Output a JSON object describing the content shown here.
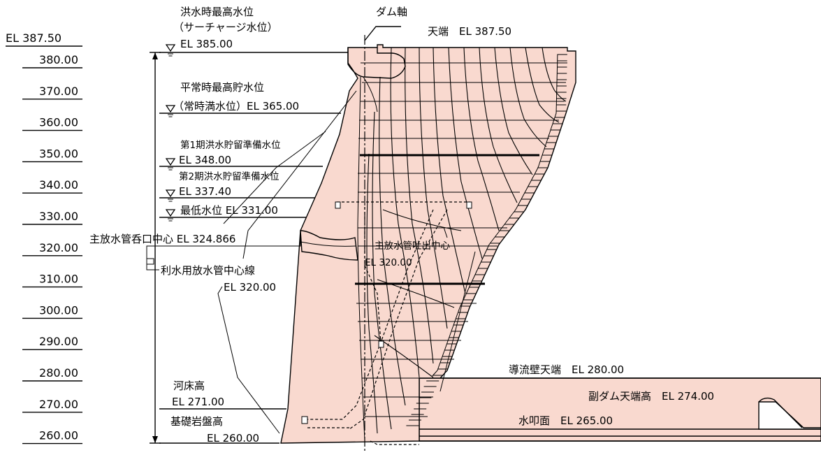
{
  "scale": {
    "top_label": "EL 387.50",
    "ticks": [
      "380.00",
      "370.00",
      "360.00",
      "350.00",
      "340.00",
      "330.00",
      "320.00",
      "310.00",
      "300.00",
      "290.00",
      "280.00",
      "270.00",
      "260.00"
    ]
  },
  "labels": {
    "flood_max_1": "洪水時最高水位",
    "flood_max_2": "（サーチャージ水位）",
    "flood_max_el": "EL 385.00",
    "dam_axis": "ダム軸",
    "crest": "天端　EL 387.50",
    "normal_max_1": "平常時最高貯水位",
    "normal_max_2": "（常時満水位）EL 365.00",
    "flood1_1": "第1期洪水貯留準備水位",
    "flood1_el": "EL 348.00",
    "flood2_1": "第2期洪水貯留準備水位",
    "flood2_el": "EL 337.40",
    "min_level": "最低水位 EL 331.00",
    "main_intake": "主放水管呑口中心 EL 324.866",
    "water_use": "利水用放水管中心線",
    "water_use_el": "EL 320.00",
    "main_outlet_1": "主放水管吐出中心",
    "main_outlet_el": "EL 320.00",
    "riverbed_1": "河床高",
    "riverbed_el": "EL 271.00",
    "bedrock_1": "基礎岩盤高",
    "bedrock_el": "EL 260.00",
    "guide_wall": "導流壁天端　EL 280.00",
    "sub_dam": "副ダム天端高　EL 274.00",
    "apron": "水叩面　EL 265.00"
  },
  "colors": {
    "concrete": "#f9d9cf",
    "line": "#000000"
  }
}
